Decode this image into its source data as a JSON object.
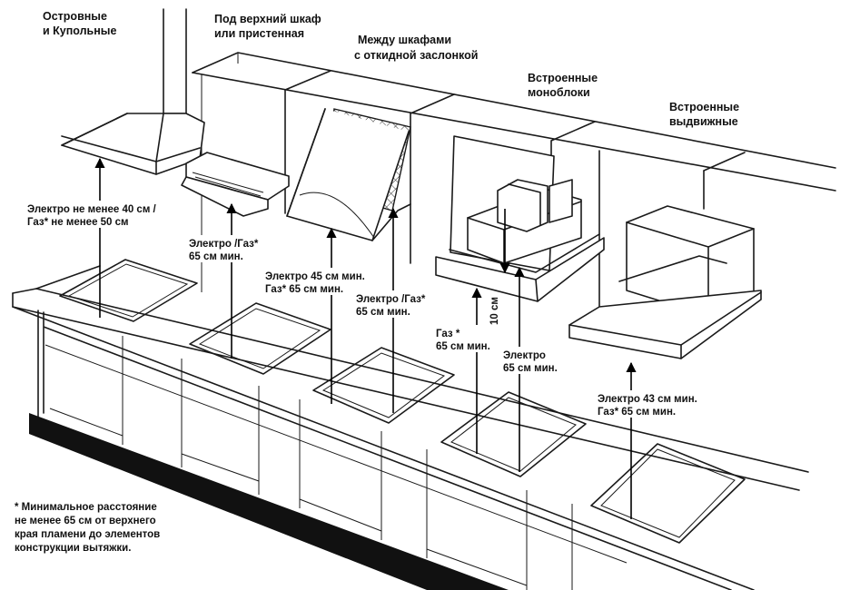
{
  "hood_types": {
    "island": [
      "Островные",
      "и Купольные"
    ],
    "under_cabinet": [
      "Под верхний шкаф",
      "или пристенная"
    ],
    "between_cabinets": [
      "Между шкафами",
      "с откидной заслонкой"
    ],
    "built_in_monoblock": [
      "Встроенные",
      "моноблоки"
    ],
    "built_in_telescopic": [
      "Встроенные",
      "выдвижные"
    ]
  },
  "distances": {
    "island": [
      "Электро не менее 40 см /",
      "Газ* не менее 50 см"
    ],
    "under_cabinet": [
      "Электро  /Газ*",
      "65 см мин."
    ],
    "between_a": [
      "Электро 45 см мин.",
      "Газ* 65 см  мин."
    ],
    "between_b": [
      "Электро  /Газ*",
      "65 см мин."
    ],
    "monoblock_gas": [
      "Газ *",
      "65 см мин."
    ],
    "monoblock_clearance": "10 см",
    "monoblock_electro": [
      "Электро",
      "65 см мин."
    ],
    "telescopic": [
      "Электро 43 см мин.",
      "Газ* 65 см  мин."
    ]
  },
  "footnote": [
    "* Минимальное расстояние",
    "не менее 65 см от верхнего",
    "края пламени до элементов",
    "конструкции вытяжки."
  ],
  "colors": {
    "line": "#1a1a1a",
    "background": "#ffffff",
    "plinth": "#111111"
  }
}
